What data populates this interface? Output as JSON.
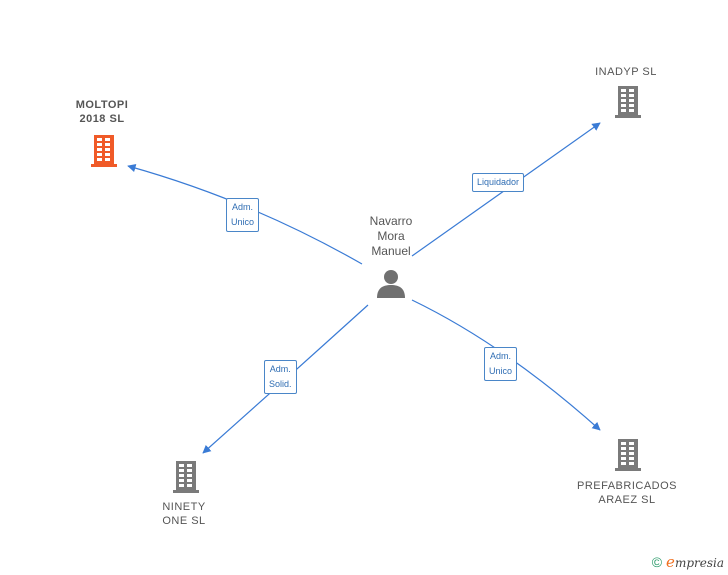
{
  "colors": {
    "edge": "#3a7bd5",
    "company_default": "#7a7a7a",
    "company_highlight": "#f05a28",
    "person": "#707070",
    "label_border": "#4a86c8",
    "label_text": "#2f6db3"
  },
  "center": {
    "name_lines": [
      "Navarro",
      "Mora",
      "Manuel"
    ],
    "icon": "person-icon"
  },
  "companies": [
    {
      "id": "moltopi",
      "name_lines": [
        "MOLTOPI",
        "2018  SL"
      ],
      "highlight": true,
      "icon": "building-icon"
    },
    {
      "id": "inadyp",
      "name_lines": [
        "INADYP SL"
      ],
      "highlight": false,
      "icon": "building-icon"
    },
    {
      "id": "ninety",
      "name_lines": [
        "NINETY",
        "ONE  SL"
      ],
      "highlight": false,
      "icon": "building-icon"
    },
    {
      "id": "prefabricados",
      "name_lines": [
        "PREFABRICADOS",
        "ARAEZ  SL"
      ],
      "highlight": false,
      "icon": "building-icon"
    }
  ],
  "relations": [
    {
      "target": "moltopi",
      "label_lines": [
        "Adm.",
        "Unico"
      ]
    },
    {
      "target": "inadyp",
      "label_lines": [
        "Liquidador"
      ]
    },
    {
      "target": "ninety",
      "label_lines": [
        "Adm.",
        "Solid."
      ]
    },
    {
      "target": "prefabricados",
      "label_lines": [
        "Adm.",
        "Unico"
      ]
    }
  ],
  "footer": {
    "copyright": "©",
    "brand_first": "e",
    "brand_rest": "mpresia"
  }
}
